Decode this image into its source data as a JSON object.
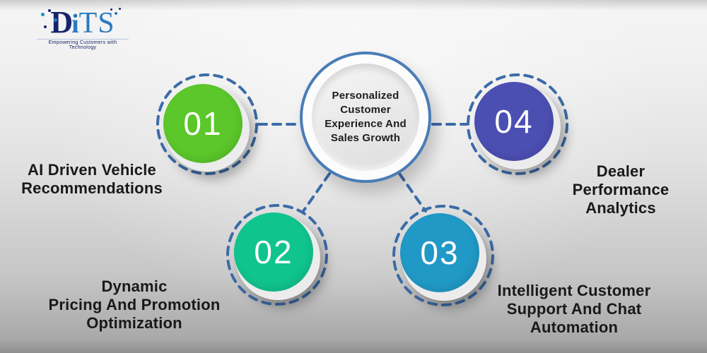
{
  "logo": {
    "d": "D",
    "i": "i",
    "ts": "TS",
    "tagline": "Empowering Customers with Technology"
  },
  "center": {
    "lines": [
      "Personalized",
      "Customer",
      "Experience And",
      "Sales Growth"
    ]
  },
  "nodes": [
    {
      "number": "01",
      "color": "#5bc72a",
      "label_lines": [
        "AI Driven Vehicle",
        "Recommendations"
      ]
    },
    {
      "number": "02",
      "color": "#10c48e",
      "label_lines": [
        "Dynamic",
        "Pricing And Promotion",
        "Optimization"
      ]
    },
    {
      "number": "03",
      "color": "#2199c6",
      "label_lines": [
        "Intelligent Customer",
        "Support And Chat",
        "Automation"
      ]
    },
    {
      "number": "04",
      "color": "#4c4fb2",
      "label_lines": [
        "Dealer",
        "Performance",
        "Analytics"
      ]
    }
  ],
  "colors": {
    "dashed_ring": "#3c6ca8",
    "center_ring": "#497cb6",
    "label_text": "#191919",
    "number_text": "#ffffff"
  }
}
